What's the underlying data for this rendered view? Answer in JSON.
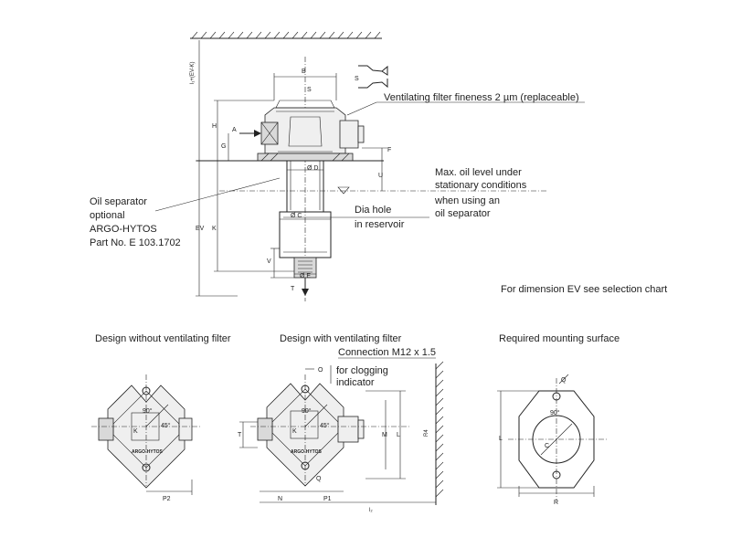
{
  "main_view": {
    "labels": {
      "ventilating_filter": "Ventilating filter fineness 2 µm (replaceable)",
      "max_oil_level_1": "Max. oil level under",
      "max_oil_level_2": "stationary conditions",
      "when_using_1": "when using an",
      "when_using_2": "oil separator",
      "dia_hole_1": "Dia hole",
      "dia_hole_2": "in reservoir",
      "oil_sep_1": "Oil separator",
      "oil_sep_2": "optional",
      "oil_sep_3": "ARGO-HYTOS",
      "oil_sep_4": "Part No. E 103.1702",
      "ev_note": "For dimension EV see selection chart"
    },
    "dimensions": {
      "l1": "l₁+(EV-K)",
      "B": "B",
      "S": "S",
      "S_top": "S",
      "H": "H",
      "A": "A",
      "G": "G",
      "F": "F",
      "U": "U",
      "D": "Ø D",
      "EV": "EV",
      "K": "K",
      "C": "Ø C",
      "V": "V",
      "E": "Ø E",
      "T": "T"
    }
  },
  "views": {
    "without_filter": {
      "caption": "Design without ventilating filter",
      "dims": {
        "angle90": "90°",
        "angle45": "45°",
        "K": "K",
        "P2": "P2"
      },
      "brand": "ARGO-HYTOS"
    },
    "with_filter": {
      "caption": "Design with ventilating filter",
      "connection": "Connection M12 x 1.5",
      "clogging_1": "for clogging",
      "clogging_2": "indicator",
      "dims": {
        "O": "O",
        "angle90": "90°",
        "angle45": "45°",
        "K": "K",
        "T": "T",
        "M": "M",
        "L": "L",
        "R4": "R4",
        "N": "N",
        "P1": "P1",
        "Q": "Q",
        "l2": "l₂"
      },
      "brand": "ARGO-HYTOS"
    },
    "mounting_surface": {
      "caption": "Required mounting surface",
      "dims": {
        "Q": "Q",
        "angle90": "90°",
        "C": "C",
        "L": "L",
        "R": "R"
      }
    }
  }
}
